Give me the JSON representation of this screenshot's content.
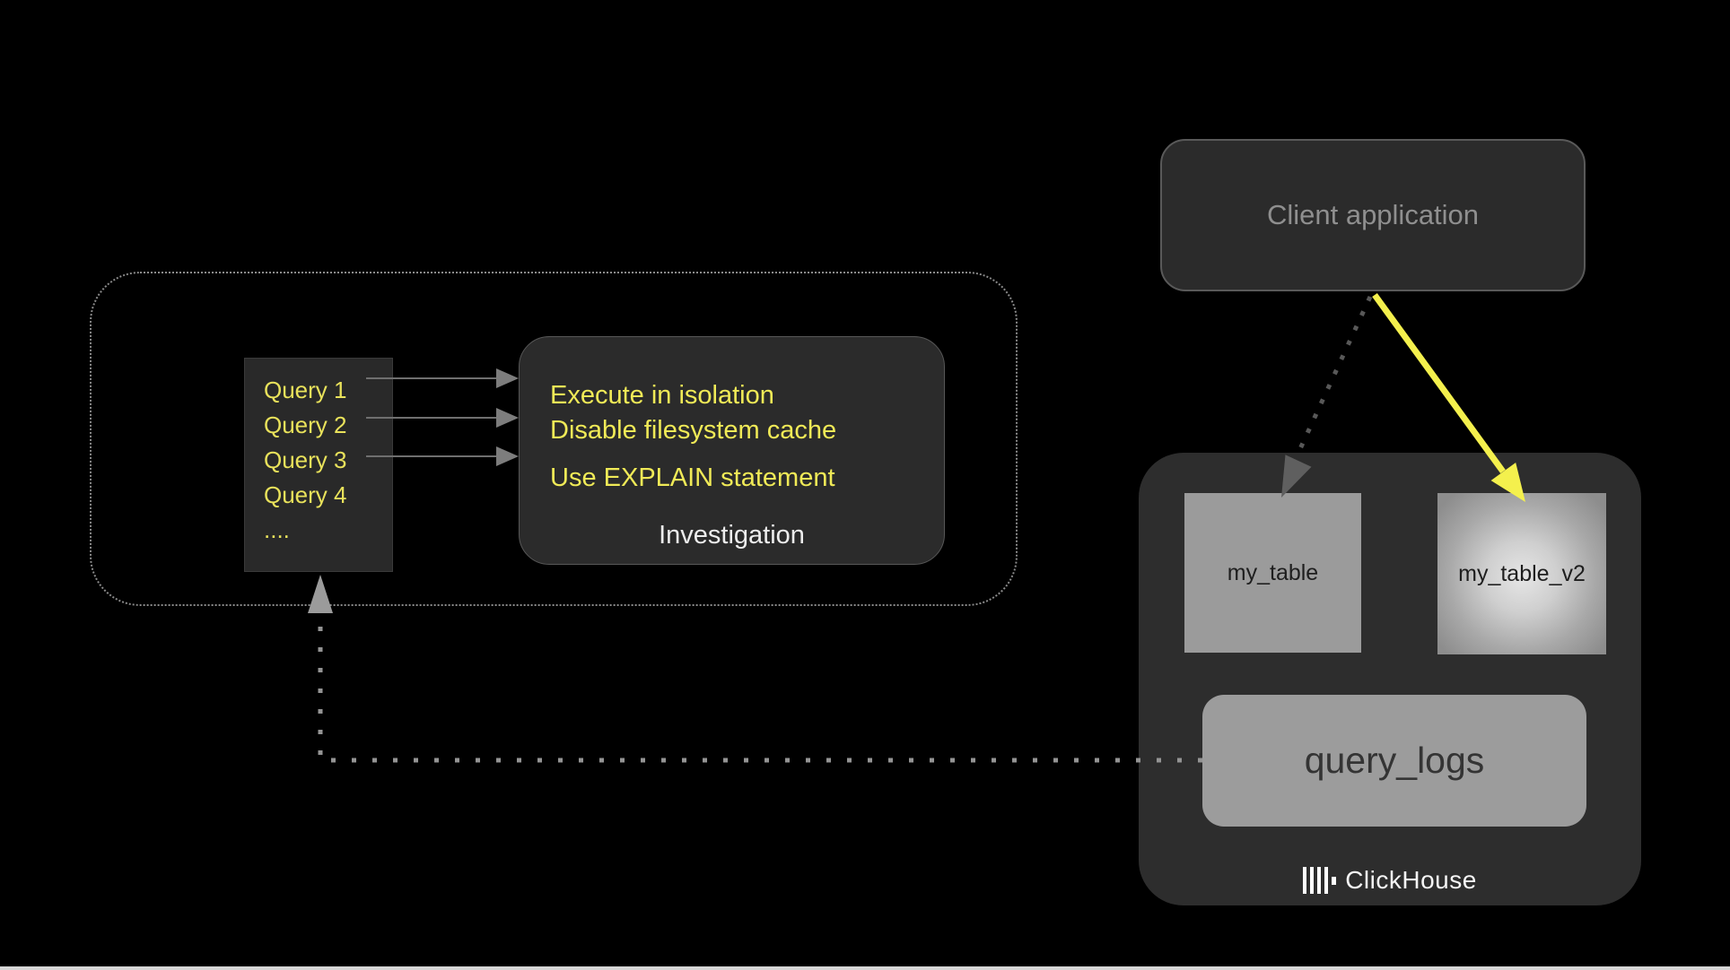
{
  "diagram": {
    "client_app": {
      "label": "Client application"
    },
    "query_list": {
      "items": [
        "Query 1",
        "Query 2",
        "Query 3",
        "Query 4",
        "...."
      ]
    },
    "investigation": {
      "tips": [
        "Execute in isolation",
        "Disable filesystem cache",
        "Use EXPLAIN statement"
      ],
      "label": "Investigation"
    },
    "clickhouse": {
      "table_a": "my_table",
      "table_b": "my_table_v2",
      "logs": "query_logs",
      "brand": "ClickHouse"
    },
    "colors": {
      "accent_yellow_text": "#e9e25b",
      "arrow_yellow": "#f4f04d",
      "node_gray": "#9b9b9b",
      "panel_dark": "#2b2b2b",
      "dotted_gray": "#8a8a8a"
    }
  }
}
